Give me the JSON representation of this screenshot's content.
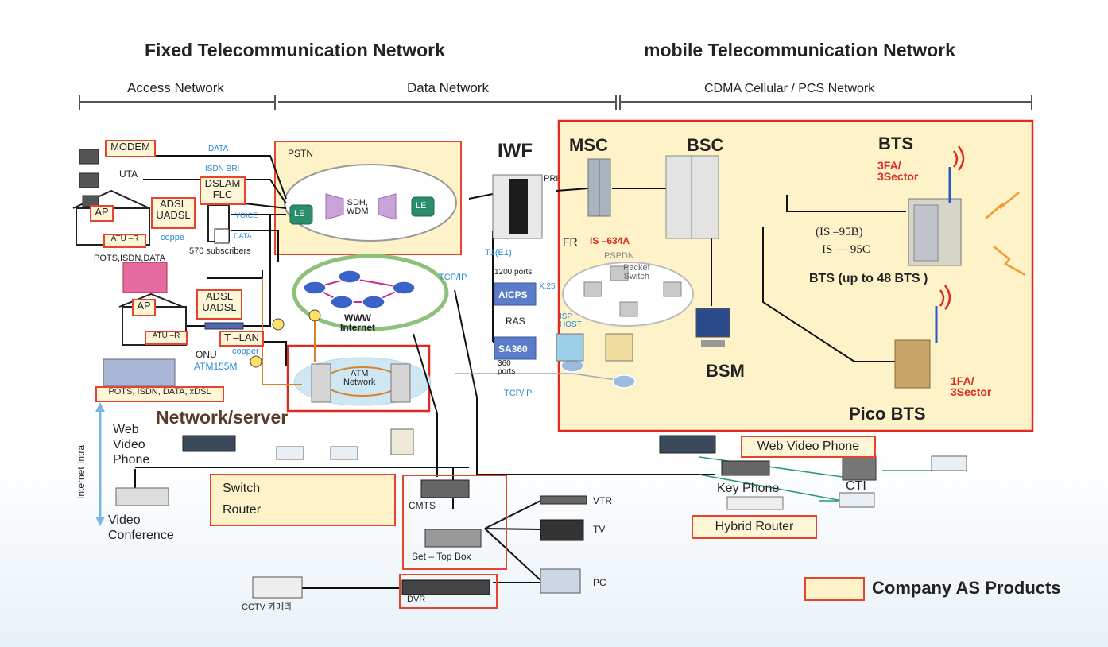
{
  "headers": {
    "fixed": "Fixed Telecommunication Network",
    "mobile": "mobile Telecommunication Network"
  },
  "sections": {
    "access": "Access Network",
    "data": "Data Network",
    "cdma": "CDMA Cellular / PCS Network"
  },
  "access": {
    "modem": "MODEM",
    "uta": "UTA",
    "data1": "DATA",
    "isdn_bri": "ISDN BRI",
    "dslam": "DSLAM\nFLC",
    "ap1": "AP",
    "adsl1": "ADSL\nUADSL",
    "voice": "VOICE",
    "data2": "DATA",
    "atu1": "ATU –R",
    "coppe": "coppe",
    "subs": "570 subscribers",
    "pots": "POTS,ISDN,DATA",
    "ap2": "AP",
    "adsl2": "ADSL\nUADSL",
    "atu2": "ATU –R",
    "tlan": "T –LAN",
    "copper": "copper",
    "onu": "ONU",
    "atm155m": "ATM155M",
    "pots2": "POTS, ISDN, DATA, xDSL"
  },
  "data_net": {
    "pstn": "PSTN",
    "le1": "LE",
    "le2": "LE",
    "sdh": "SDH,\nWDM",
    "www": "WWW\nInternet",
    "atm": "ATM\nNetwork",
    "iwf": "IWF",
    "pri": "PRI",
    "t1": "T1(E1)",
    "tcpip1": "TCP/IP",
    "ports1200": "1200 ports",
    "x25": "X.25",
    "aicps": "AICPS",
    "ras": "RAS",
    "sa360": "SA360",
    "ports360": "360\nports",
    "tcpip2": "TCP/IP",
    "isp": "ISP\nHOST"
  },
  "mobile": {
    "msc": "MSC",
    "bsc": "BSC",
    "bts": "BTS",
    "fa3": "3FA/\n3Sector",
    "fr": "FR",
    "is634": "IS –634A",
    "pspdn": "PSPDN",
    "packet_switch": "Packet\nSwitch",
    "is95b": "(IS –95B)",
    "is95c": "IS — 95C",
    "bts48": "BTS (up to 48 BTS )",
    "bsm": "BSM",
    "fa1": "1FA/\n3Sector",
    "pico": "Pico BTS"
  },
  "server": {
    "title": "Network/server",
    "intra": "Internet Intra",
    "web_video": "Web\nVideo\nPhone",
    "video_conf": "Video\nConference",
    "switch": "Switch",
    "router": "Router",
    "cmts": "CMTS",
    "stb": "Set – Top Box",
    "vtr": "VTR",
    "tv": "TV",
    "pc": "PC",
    "dvr": "DVR",
    "cctv": "CCTV 카메라"
  },
  "office": {
    "web_video_phone": "Web Video Phone",
    "key_phone": "Key Phone",
    "cti": "CTI",
    "hybrid_router": "Hybrid Router"
  },
  "legend": {
    "label": "Company AS Products",
    "color": "#fdf2c8",
    "border": "#e8432e"
  }
}
